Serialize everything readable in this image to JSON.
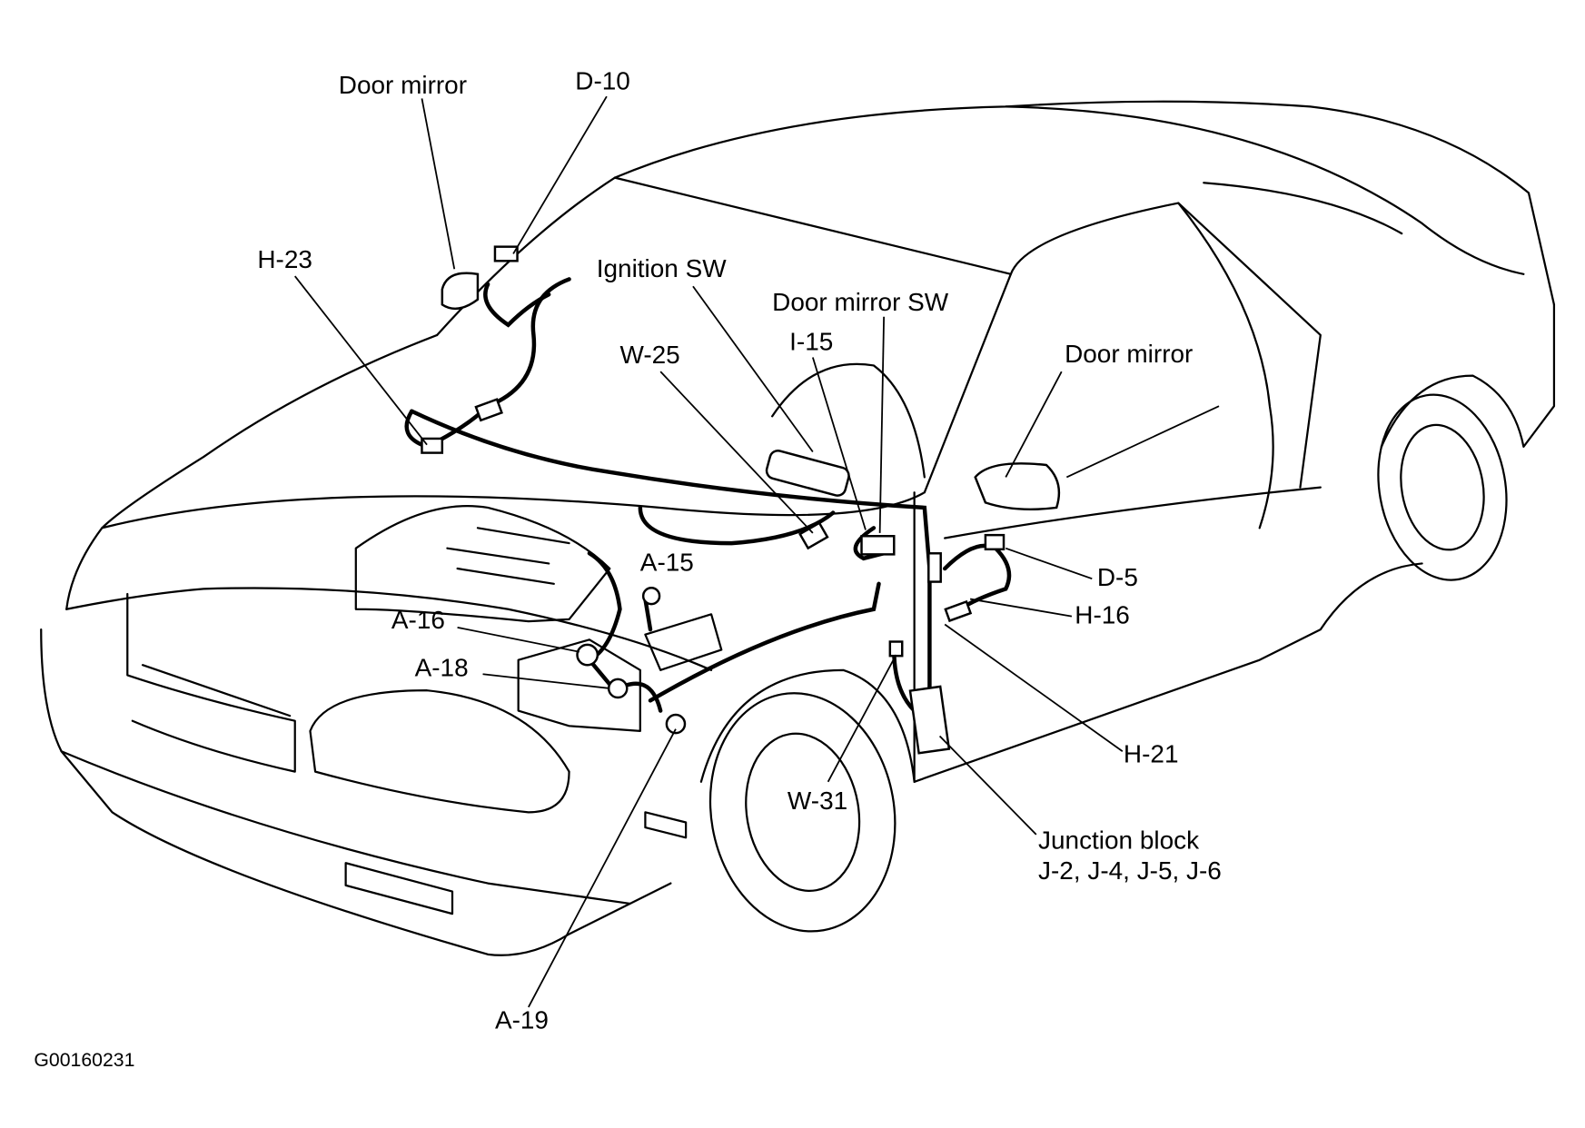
{
  "diagram": {
    "labels": {
      "door_mirror_left": "Door mirror",
      "d10": "D-10",
      "h23": "H-23",
      "ignition_sw": "Ignition SW",
      "door_mirror_sw": "Door mirror SW",
      "i15": "I-15",
      "w25": "W-25",
      "door_mirror_right": "Door mirror",
      "a15": "A-15",
      "d5": "D-5",
      "h16": "H-16",
      "a16": "A-16",
      "a18": "A-18",
      "h21": "H-21",
      "w31": "W-31",
      "junction_block": "Junction block",
      "junction_codes": "J-2, J-4, J-5, J-6",
      "a19": "A-19"
    },
    "figure_code": "G00160231"
  }
}
